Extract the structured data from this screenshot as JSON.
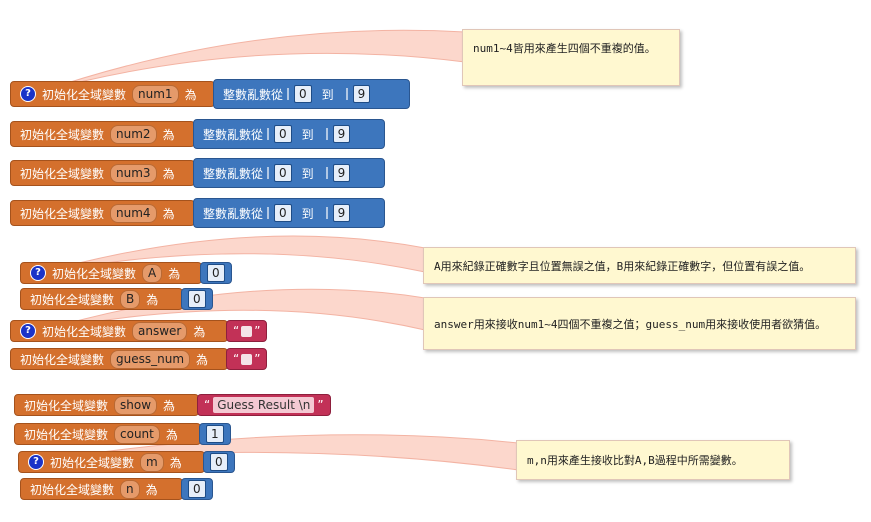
{
  "init_label": "初始化全域變數",
  "as_label": "為",
  "random_label": "整數亂數從",
  "to_label": "到",
  "vars": {
    "num1": {
      "name": "num1",
      "from": "0",
      "to": "9"
    },
    "num2": {
      "name": "num2",
      "from": "0",
      "to": "9"
    },
    "num3": {
      "name": "num3",
      "from": "0",
      "to": "9"
    },
    "num4": {
      "name": "num4",
      "from": "0",
      "to": "9"
    },
    "A": {
      "name": "A",
      "value": "0"
    },
    "B": {
      "name": "B",
      "value": "0"
    },
    "answer": {
      "name": "answer"
    },
    "guess_num": {
      "name": "guess_num"
    },
    "show": {
      "name": "show",
      "text": "Guess Result \\n"
    },
    "count": {
      "name": "count",
      "value": "1"
    },
    "m": {
      "name": "m",
      "value": "0"
    },
    "n": {
      "name": "n",
      "value": "0"
    }
  },
  "comments": {
    "c1": "num1~4皆用來產生四個不重複的值。",
    "c2": "A用來紀錄正確數字且位置無誤之值，B用來紀錄正確數字，但位置有誤之值。",
    "c3": "answer用來接收num1~4四個不重複之值；guess_num用來接收使用者欲猜值。",
    "c4": "m,n用來產生接收比對A,B過程中所需變數。"
  },
  "colors": {
    "variable_block": "#d4702d",
    "math_block": "#3d76bd",
    "text_block": "#c23157",
    "comment": "#fff8d0",
    "help_icon": "#1a33c8"
  }
}
